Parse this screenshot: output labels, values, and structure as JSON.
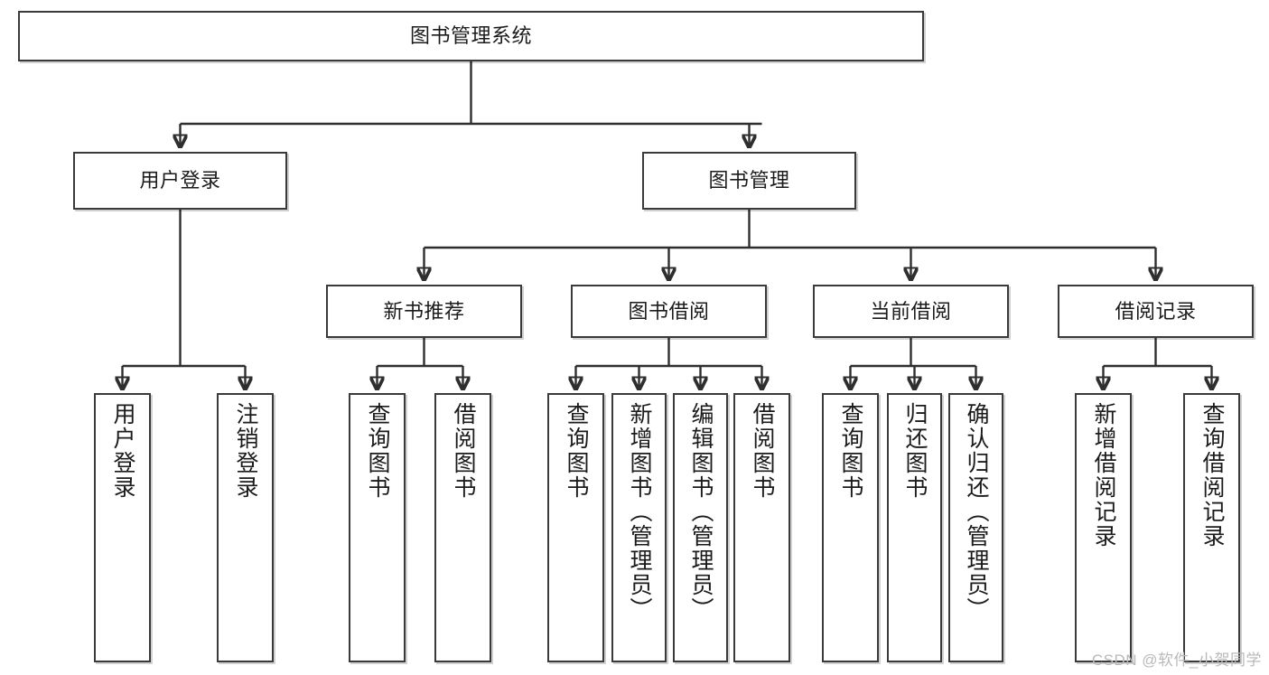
{
  "diagram": {
    "title": "图书管理系统",
    "type": "tree-hierarchy-chart",
    "watermark": "CSDN @软件_小贺同学",
    "colors": {
      "box_border": "#3a3a3a",
      "box_fill": "#ffffff",
      "connector": "#2e2e2e",
      "text": "#1b1b1b",
      "watermark": "#b9b9b9"
    },
    "root": {
      "label": "图书管理系统"
    },
    "level2": [
      {
        "label": "用户登录"
      },
      {
        "label": "图书管理"
      }
    ],
    "level3": [
      {
        "label": "新书推荐"
      },
      {
        "label": "图书借阅"
      },
      {
        "label": "当前借阅"
      },
      {
        "label": "借阅记录"
      }
    ],
    "leaves": [
      {
        "label": "用户登录",
        "parent": "用户登录"
      },
      {
        "label": "注销登录",
        "parent": "用户登录"
      },
      {
        "label": "查询图书",
        "parent": "新书推荐"
      },
      {
        "label": "借阅图书",
        "parent": "新书推荐"
      },
      {
        "label": "查询图书",
        "parent": "图书借阅"
      },
      {
        "label": "新增图书（管理员）",
        "parent": "图书借阅"
      },
      {
        "label": "编辑图书（管理员）",
        "parent": "图书借阅"
      },
      {
        "label": "借阅图书",
        "parent": "图书借阅"
      },
      {
        "label": "查询图书",
        "parent": "当前借阅"
      },
      {
        "label": "归还图书",
        "parent": "当前借阅"
      },
      {
        "label": "确认归还（管理员）",
        "parent": "当前借阅"
      },
      {
        "label": "新增借阅记录",
        "parent": "借阅记录"
      },
      {
        "label": "查询借阅记录",
        "parent": "借阅记录"
      }
    ]
  }
}
